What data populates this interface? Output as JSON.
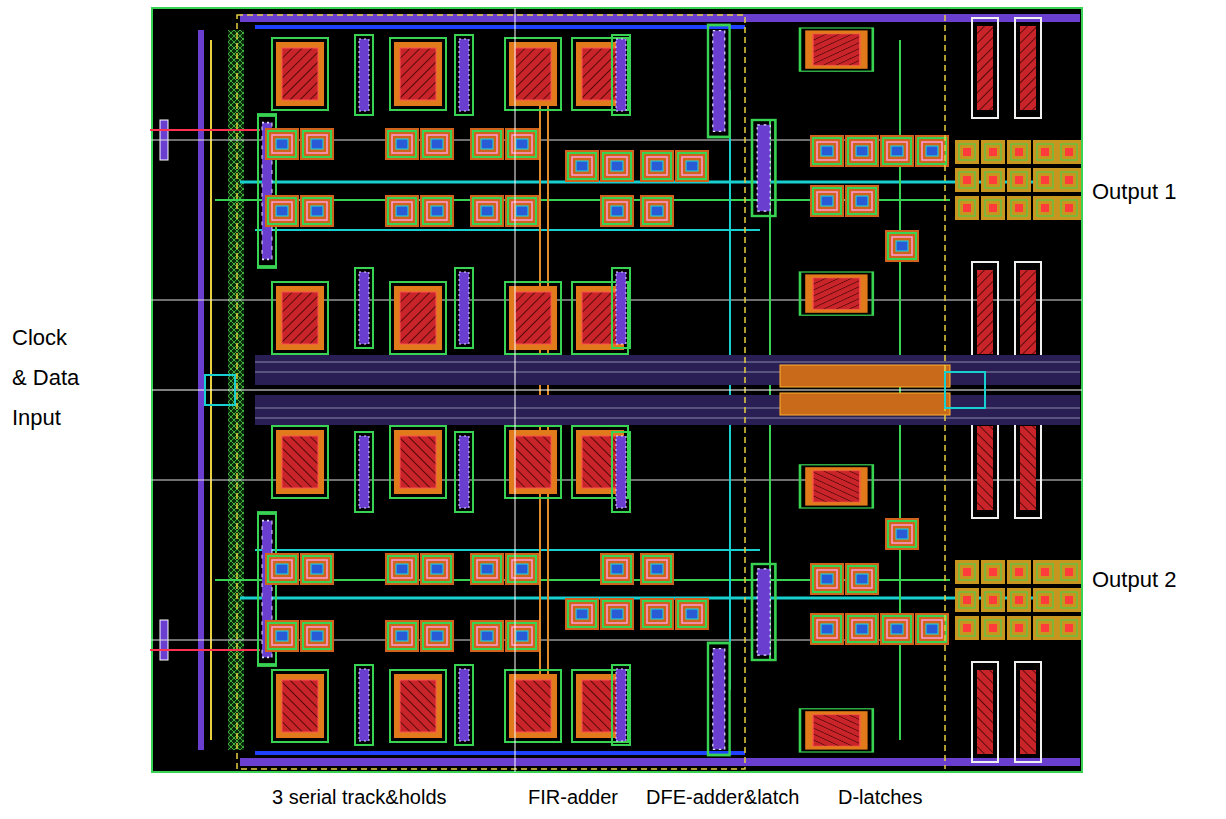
{
  "diagram": {
    "labels": [
      "Clock & Data Input",
      "Output 1",
      "Output 2",
      "3 serial track&holds",
      "FIR-adder",
      "DFE-adder&latch",
      "D-latches"
    ]
  }
}
